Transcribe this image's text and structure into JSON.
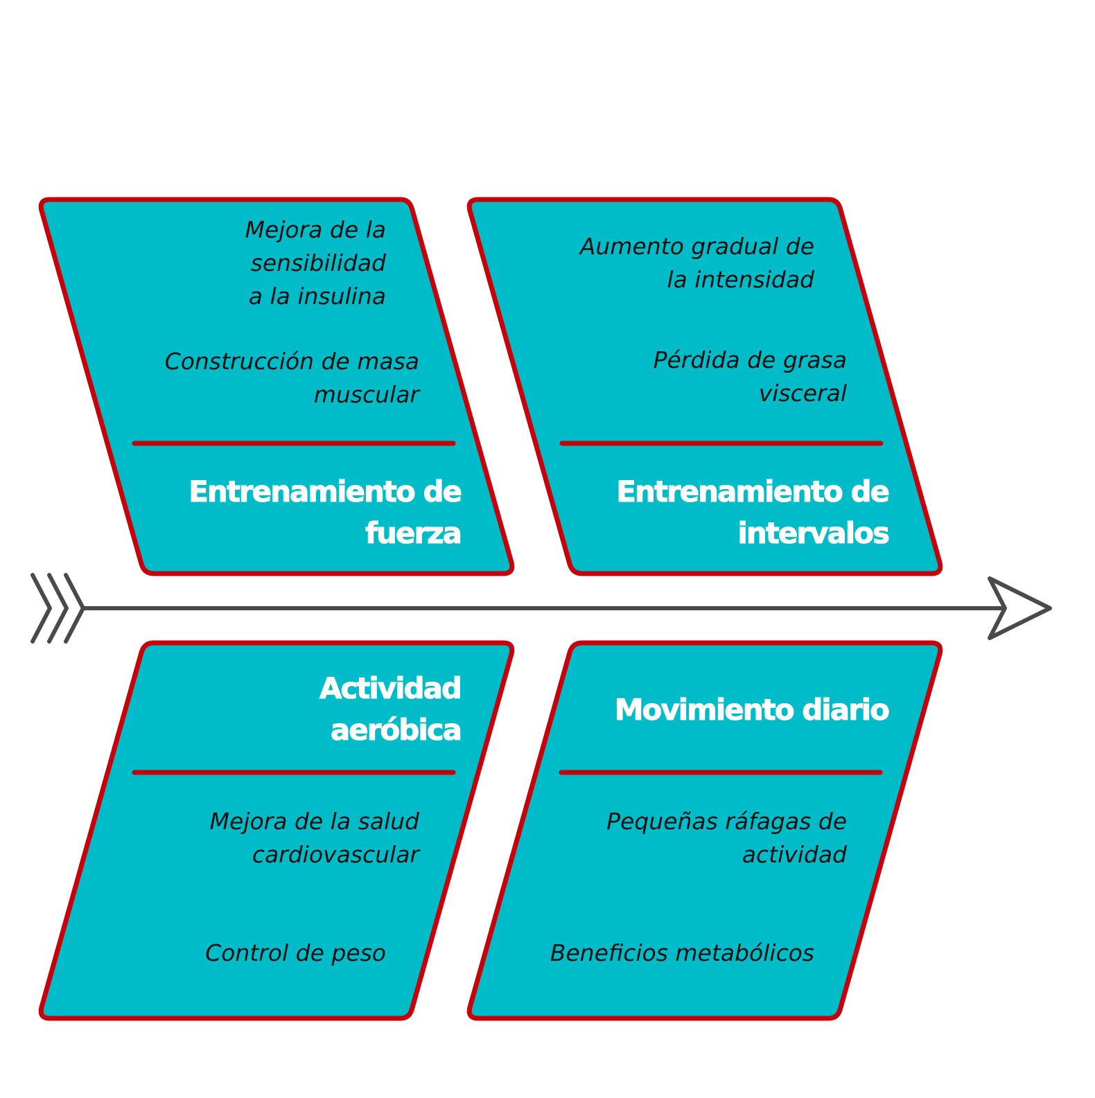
{
  "colors": {
    "box_fill": "#00BCC8",
    "box_border": "#C8000A",
    "axis": "#4A4A4A",
    "title": "#FFFFFF",
    "item": "#111111"
  },
  "branches": [
    {
      "title": [
        "Entrenamiento de",
        "fuerza"
      ],
      "items": [
        [
          "Mejora de la",
          "sensibilidad",
          "a la insulina"
        ],
        [
          "Construcción de masa",
          "muscular"
        ]
      ]
    },
    {
      "title": [
        "Entrenamiento de",
        "intervalos"
      ],
      "items": [
        [
          "Aumento gradual de",
          "la intensidad"
        ],
        [
          "Pérdida de grasa",
          "visceral"
        ]
      ]
    },
    {
      "title": [
        "Actividad",
        "aeróbica"
      ],
      "items": [
        [
          "Mejora de la salud",
          "cardiovascular"
        ],
        [
          "Control de peso"
        ]
      ]
    },
    {
      "title": [
        "Movimiento diario"
      ],
      "items": [
        [
          "Pequeñas ráfagas de",
          "actividad"
        ],
        [
          "Beneficios metabólicos"
        ]
      ]
    }
  ]
}
